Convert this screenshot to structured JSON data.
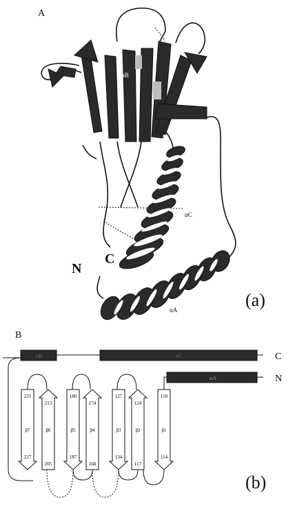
{
  "panel_a": {
    "letter": "A",
    "caption": "(a)",
    "terminus_n": "N",
    "terminus_c": "C",
    "labels": {
      "alpha_a": "αA",
      "alpha_b": "αB",
      "alpha_c": "αC"
    }
  },
  "panel_b": {
    "letter": "B",
    "caption": "(b)",
    "terminus_c": "C",
    "terminus_n": "N",
    "helices": {
      "alpha_b": "αB",
      "alpha_c": "αC",
      "alpha_a": "αA"
    },
    "strands": [
      {
        "top": "225",
        "name": "β7",
        "bottom": "227"
      },
      {
        "top": "213",
        "name": "β6",
        "bottom": "205"
      },
      {
        "top": "180",
        "name": "β5",
        "bottom": "187"
      },
      {
        "top": "174",
        "name": "β4",
        "bottom": "168"
      },
      {
        "top": "127",
        "name": "β3",
        "bottom": "134"
      },
      {
        "top": "124",
        "name": "β2",
        "bottom": "117"
      },
      {
        "top": "110",
        "name": "β1",
        "bottom": "114"
      }
    ]
  }
}
